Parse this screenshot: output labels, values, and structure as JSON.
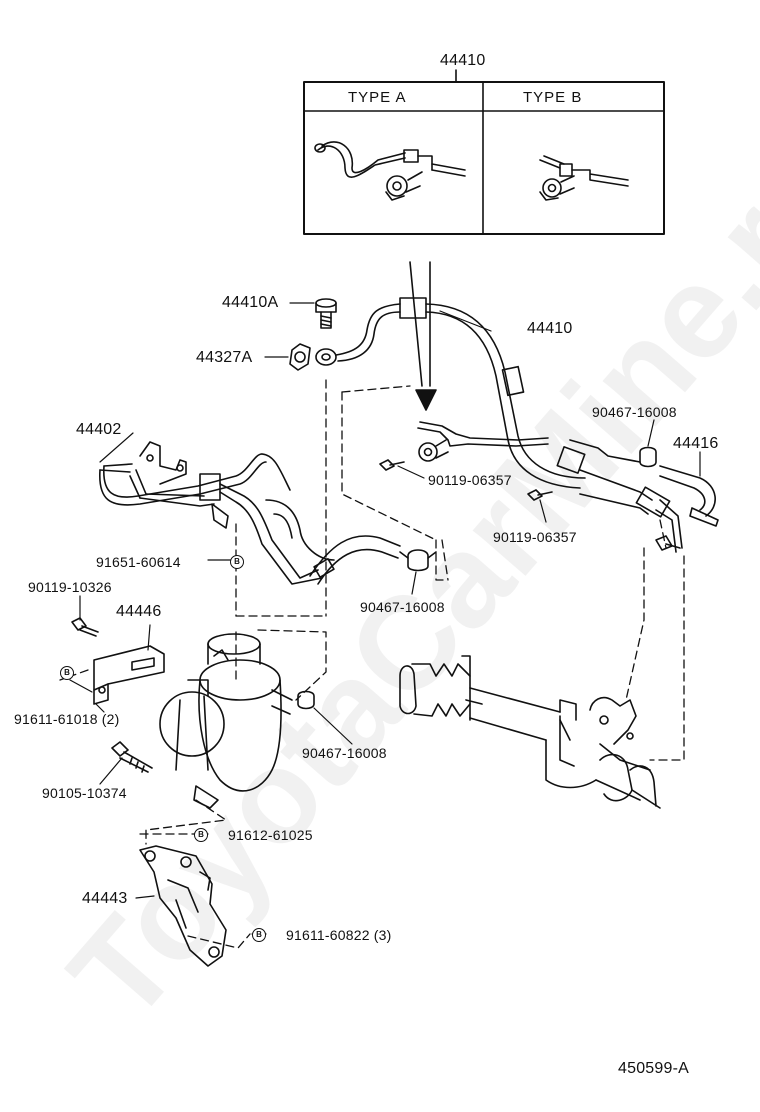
{
  "watermark": "ToyotaCarMine.ru",
  "inset": {
    "part_number": "44410",
    "type_a": "TYPE  A",
    "type_b": "TYPE  B"
  },
  "badge_letter": "B",
  "labels": {
    "p44410a": "44410A",
    "p44327a": "44327A",
    "p44410_main": "44410",
    "p44402": "44402",
    "p90467_top": "90467-16008",
    "p44416": "44416",
    "p90119_a": "90119-06357",
    "p90119_b": "90119-06357",
    "p91651": "91651-60614",
    "p90467_mid": "90467-16008",
    "p90119_10326": "90119-10326",
    "p44446": "44446",
    "p91611_61018": "91611-61018 (2)",
    "p90467_low": "90467-16008",
    "p90105": "90105-10374",
    "p91612": "91612-61025",
    "p44443": "44443",
    "p91611_60822": "91611-60822 (3)"
  },
  "figure_code": "450599-A"
}
